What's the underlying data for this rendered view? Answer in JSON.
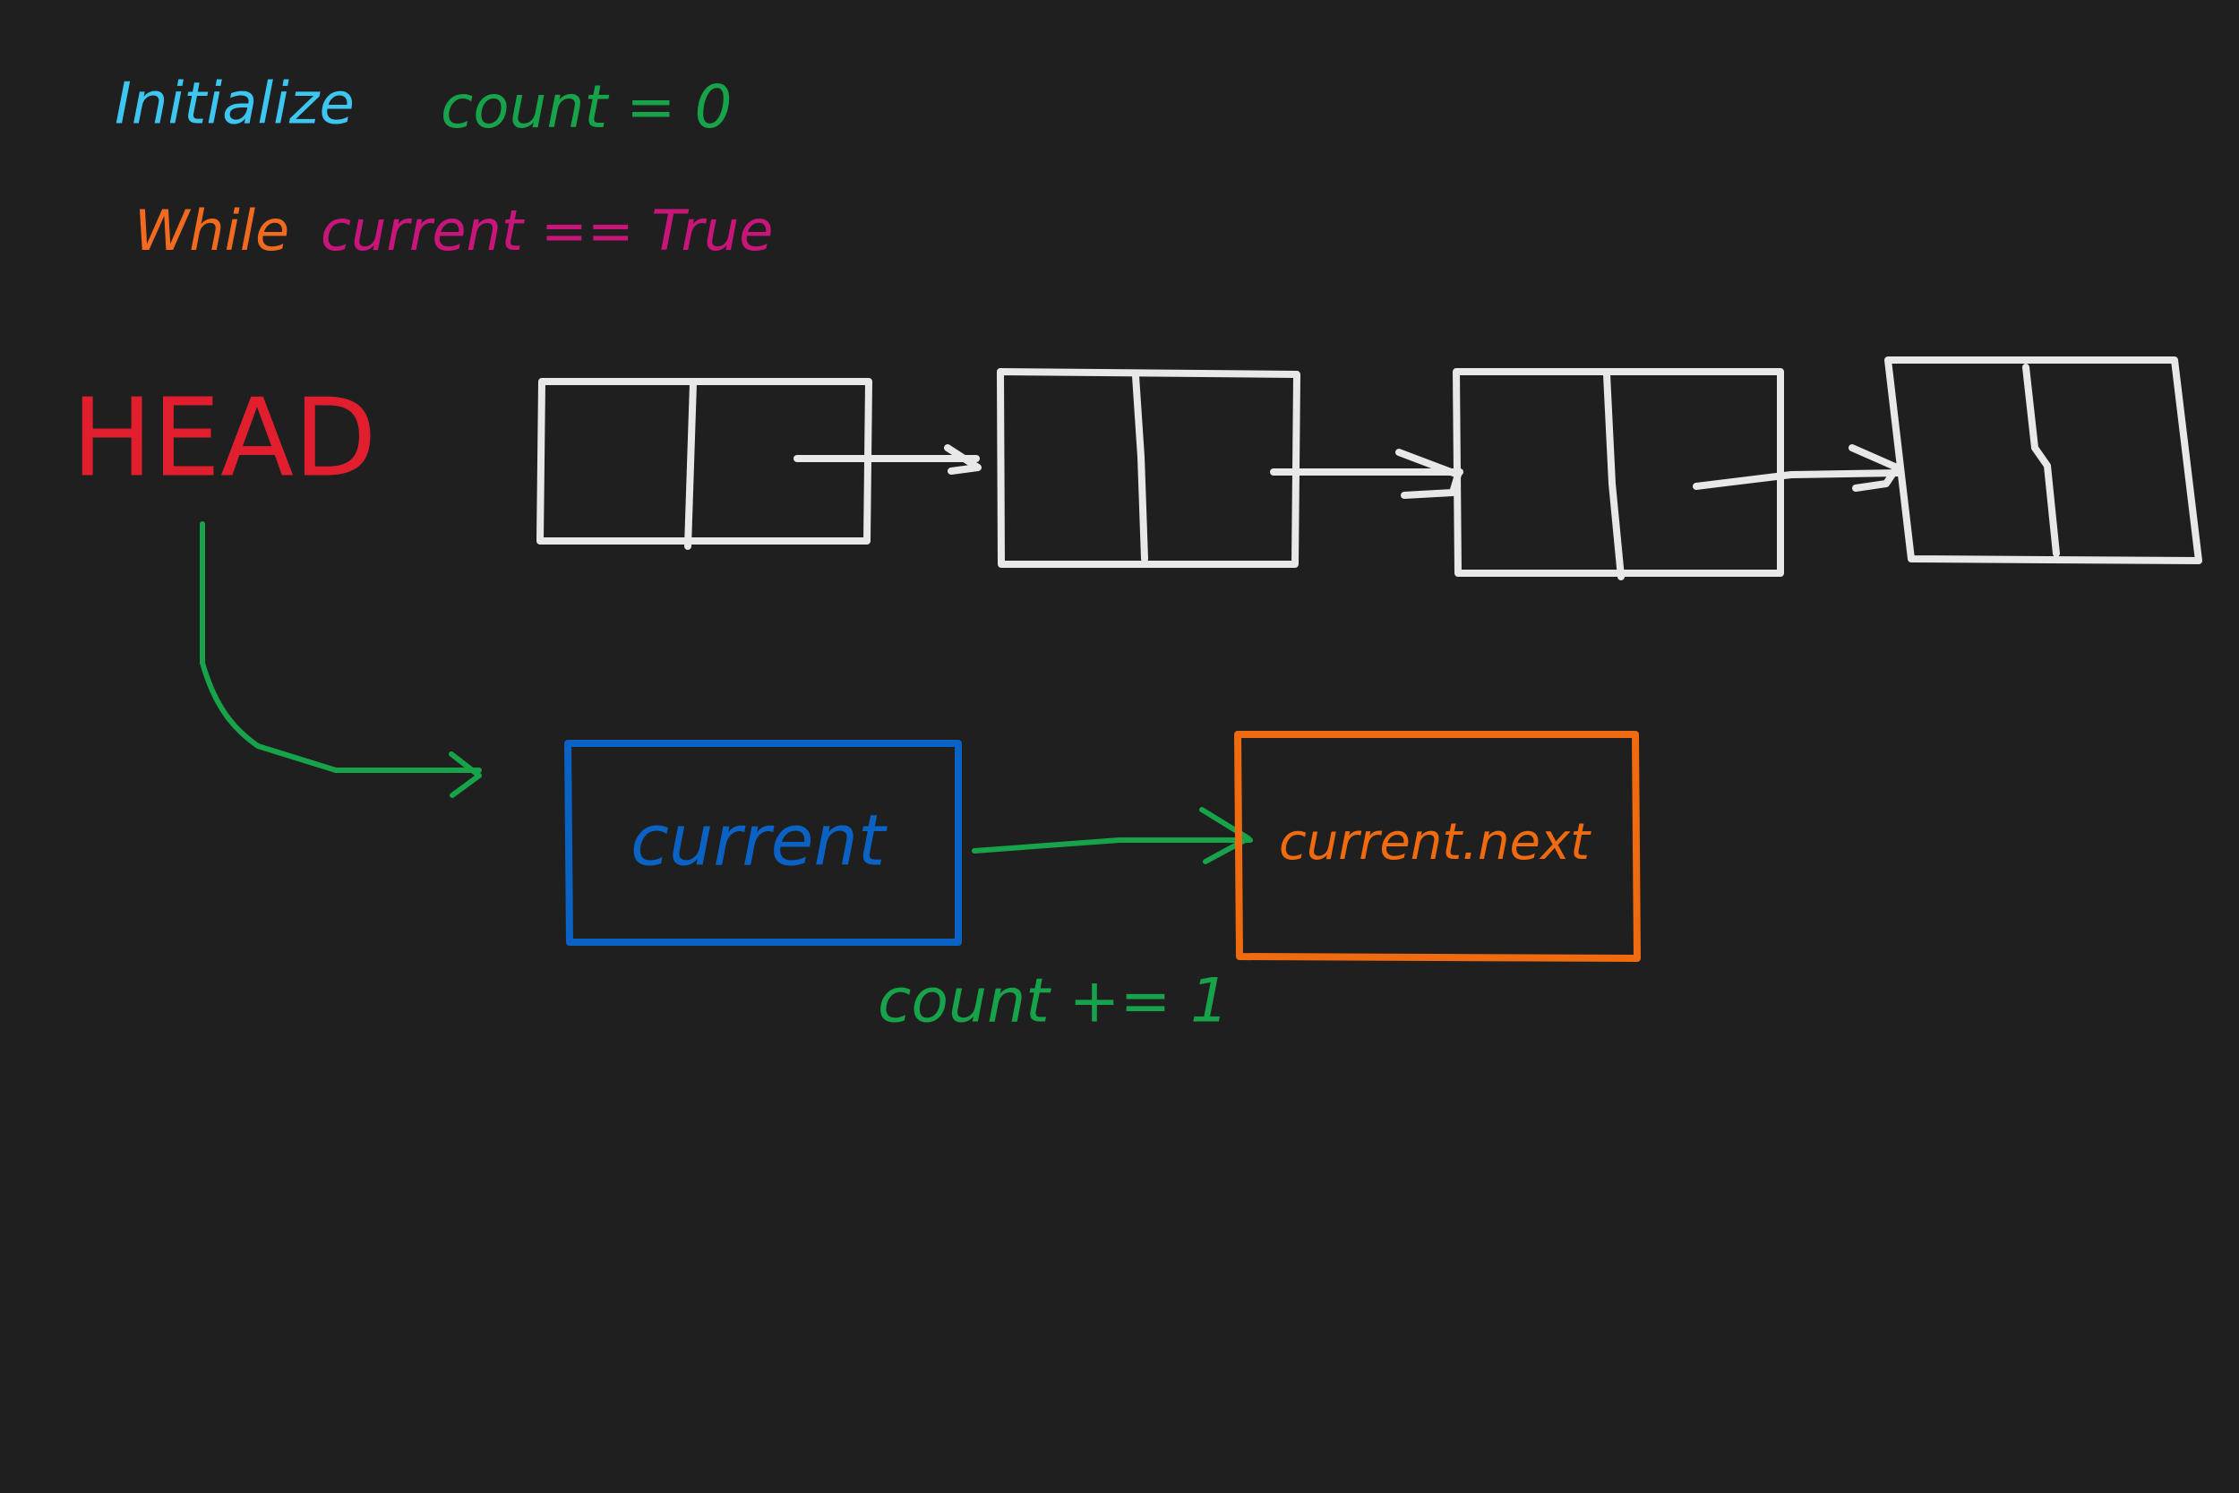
{
  "colors": {
    "background": "#1f1f1f",
    "initialize": "#3cc6f0",
    "count_text": "#16a34a",
    "while": "#f06a1f",
    "condition": "#c7157a",
    "head": "#e01e2e",
    "node_stroke": "#e8e8e8",
    "current_box": "#0a63c4",
    "current_next_box": "#f06a10",
    "green_arrow": "#16a34a"
  },
  "header": {
    "initialize_label": "Initialize",
    "count_init": "count = 0",
    "while_label": "While",
    "while_condition": "current == True"
  },
  "head_label": "HEAD",
  "linked_list": {
    "node_count": 4
  },
  "pointer": {
    "current_label": "current",
    "next_label": "current.next",
    "increment_label": "count += 1"
  }
}
